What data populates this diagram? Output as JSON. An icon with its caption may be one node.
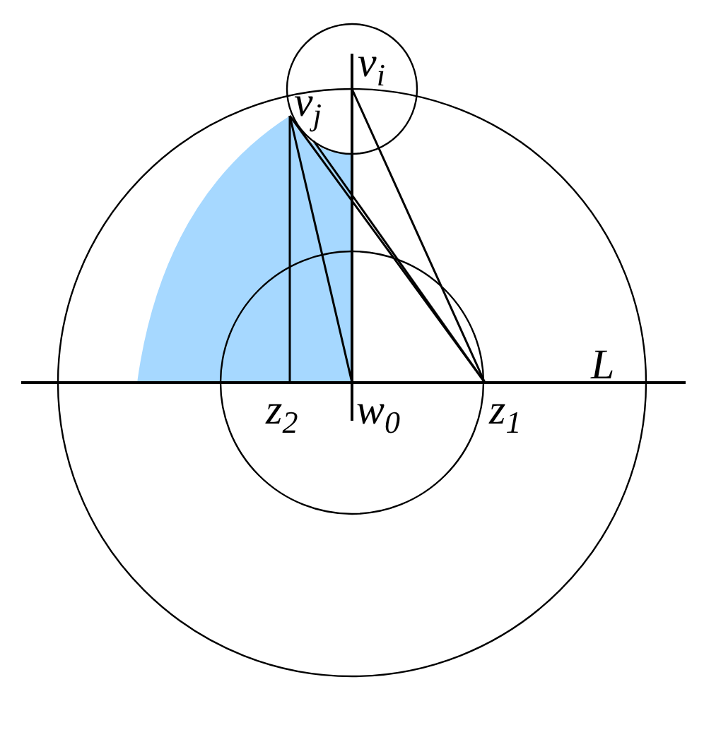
{
  "diagram": {
    "labels": [
      "v$_{i}$",
      "v$_{j}$",
      "L",
      "z$_{2}$",
      "w$_{0}$",
      "z$_{1}$"
    ]
  }
}
